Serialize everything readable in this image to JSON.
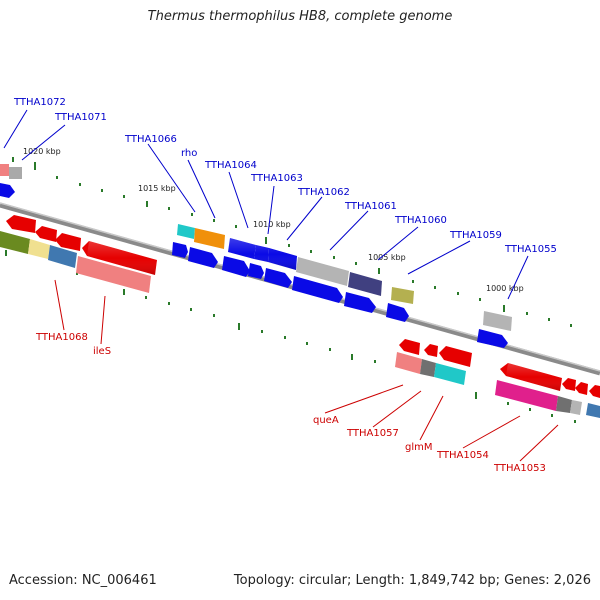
{
  "title": "Thermus thermophilus HB8, complete genome",
  "footer": {
    "accession": "Accession: NC_006461",
    "summary": "Topology: circular; Length: 1,849,742 bp; Genes: 2,026"
  },
  "kbp_labels": [
    "1020 kbp",
    "1015 kbp",
    "1010 kbp",
    "1005 kbp",
    "1000 kbp"
  ],
  "gene_labels_top": [
    "TTHA1072",
    "TTHA1071",
    "TTHA1066",
    "rho",
    "TTHA1064",
    "TTHA1063",
    "TTHA1062",
    "TTHA1061",
    "TTHA1060",
    "TTHA1059",
    "TTHA1055"
  ],
  "gene_labels_bottom": [
    "TTHA1068",
    "ileS",
    "queA",
    "TTHA1057",
    "glmM",
    "TTHA1054",
    "TTHA1053"
  ],
  "colors": {
    "blue_label": "#0000cc",
    "red_label": "#cc0000",
    "strand_blue": "#0a0ae6",
    "strand_red": "#e60000",
    "tick": "#2a7a2a"
  }
}
